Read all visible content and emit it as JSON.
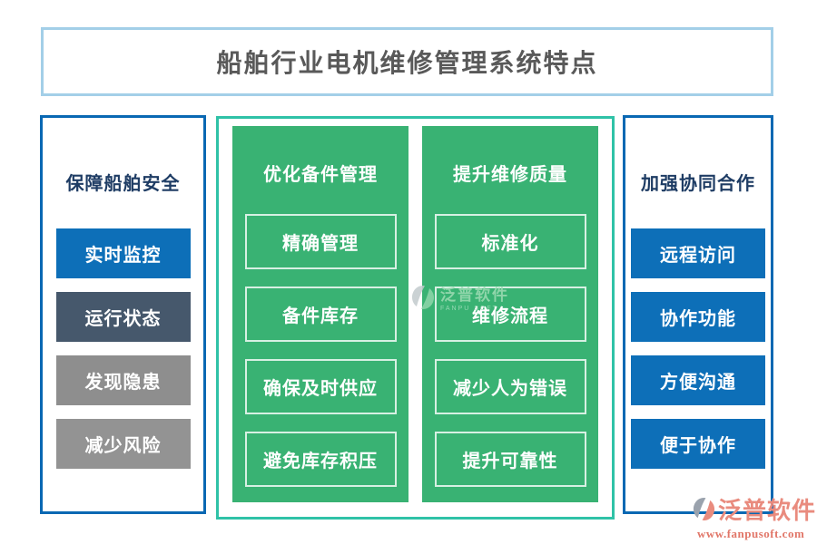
{
  "title": "船舶行业电机维修管理系统特点",
  "colors": {
    "title_text": "#595959",
    "title_border": "#a3cfe8",
    "panel_border_blue": "#0968b3",
    "panel_border_teal": "#2fc2a7",
    "header_navy": "#1e3c64",
    "item_blue": "#0d6fb8",
    "item_slate": "#46586c",
    "item_gray": "#8f8f8f",
    "green_bg": "#39b273",
    "logo_coral": "#e98b7e"
  },
  "left_panel": {
    "header": "保障船舶安全",
    "items": [
      {
        "label": "实时监控",
        "color": "#0d6fb8"
      },
      {
        "label": "运行状态",
        "color": "#46586c"
      },
      {
        "label": "发现隐患",
        "color": "#8e8e8e"
      },
      {
        "label": "减少风险",
        "color": "#939393"
      }
    ]
  },
  "center_panels": [
    {
      "header": "优化备件管理",
      "items": [
        "精确管理",
        "备件库存",
        "确保及时供应",
        "避免库存积压"
      ]
    },
    {
      "header": "提升维修质量",
      "items": [
        "标准化",
        "维修流程",
        "减少人为错误",
        "提升可靠性"
      ]
    }
  ],
  "right_panel": {
    "header": "加强协同合作",
    "items": [
      {
        "label": "远程访问",
        "color": "#0d6fb8"
      },
      {
        "label": "协作功能",
        "color": "#0d6fb8"
      },
      {
        "label": "方便沟通",
        "color": "#0d6fb8"
      },
      {
        "label": "便于协作",
        "color": "#0d6fb8"
      }
    ]
  },
  "watermark": {
    "name": "泛普软件",
    "sub": "FANPU SOFT"
  },
  "footer_logo": {
    "name": "泛普软件",
    "url": "www.fanpusoft.com"
  }
}
